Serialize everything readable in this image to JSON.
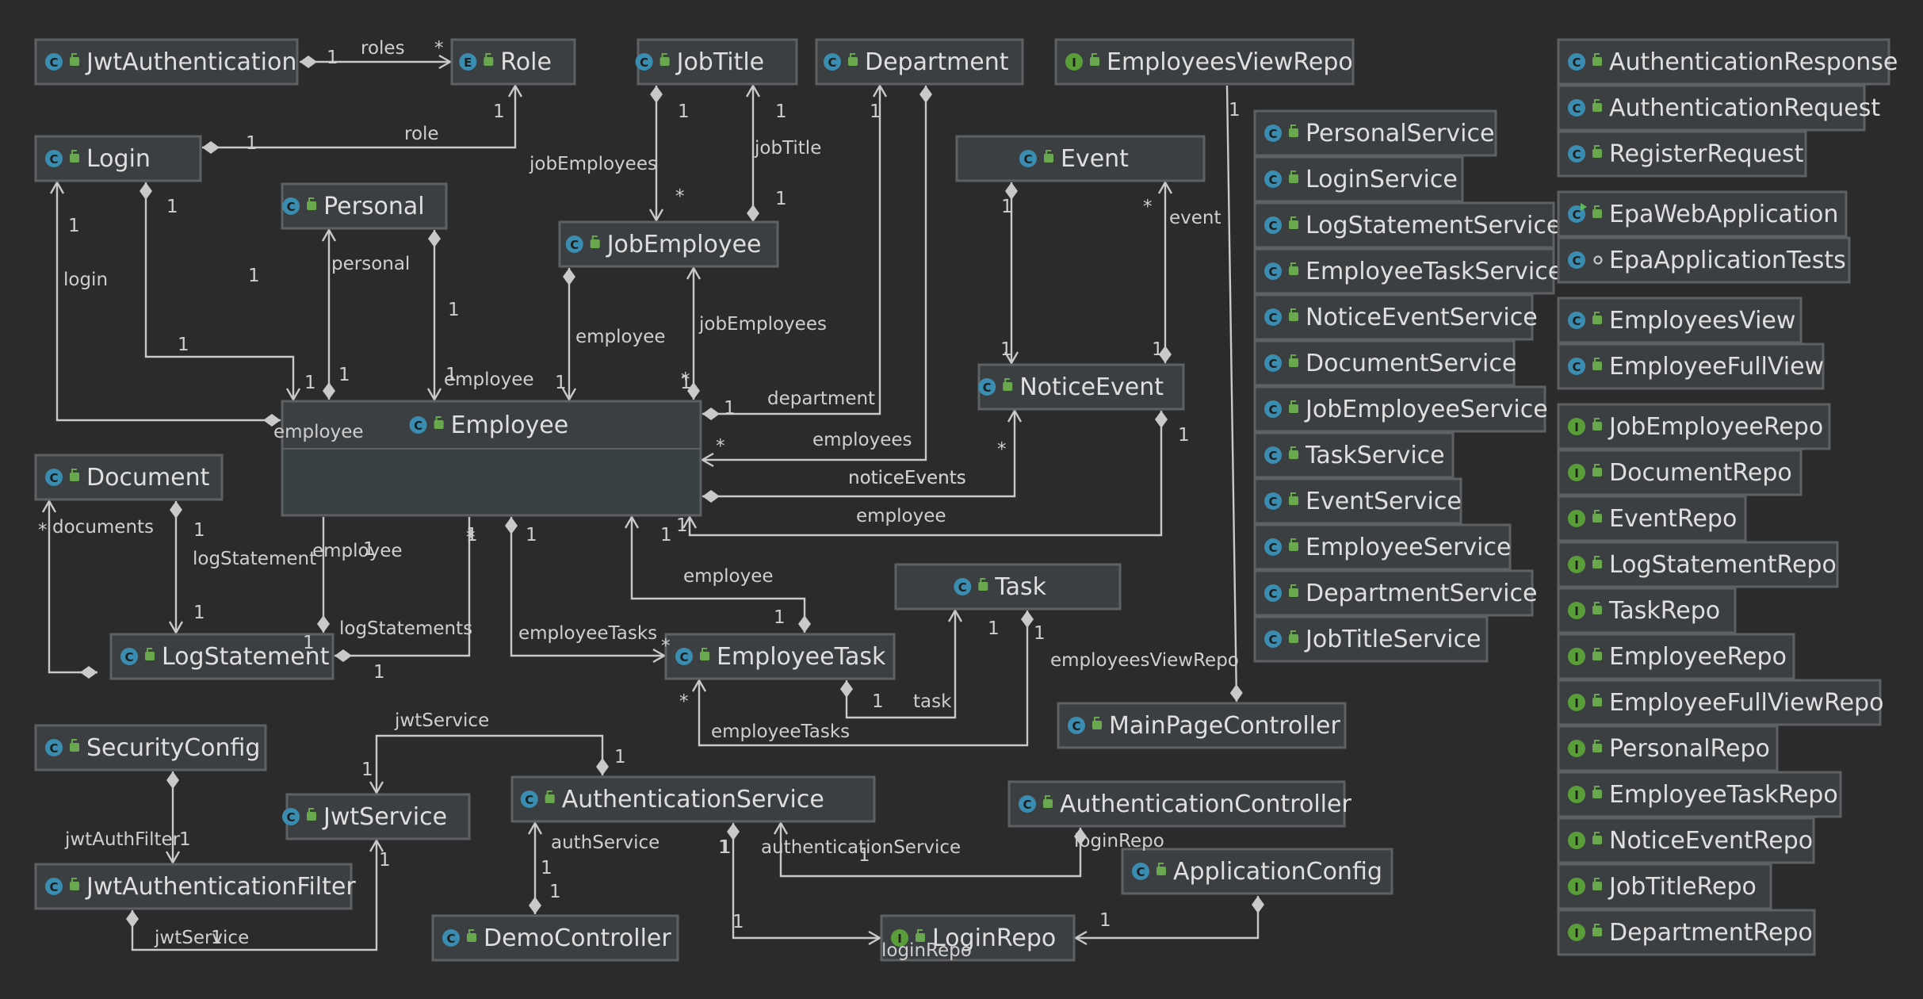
{
  "colors": {
    "background": "#2b2b2b",
    "box_fill": "#3c3f41",
    "box_border": "#5e6163",
    "class_icon": "#3a8cb0",
    "interface_icon": "#5a9e3a",
    "enum_icon": "#3a8cb0",
    "visibility_icon": "#6aa84f",
    "line": "#c9c9c9",
    "text": "#dfdfdf"
  },
  "nodes": [
    {
      "id": "JwtAuthentication",
      "kind": "class",
      "label": "JwtAuthentication"
    },
    {
      "id": "Role",
      "kind": "enum",
      "label": "Role"
    },
    {
      "id": "JobTitle",
      "kind": "class",
      "label": "JobTitle"
    },
    {
      "id": "Department",
      "kind": "class",
      "label": "Department"
    },
    {
      "id": "EmployeesViewRepo",
      "kind": "interface",
      "label": "EmployeesViewRepo"
    },
    {
      "id": "Login",
      "kind": "class",
      "label": "Login"
    },
    {
      "id": "Personal",
      "kind": "class",
      "label": "Personal"
    },
    {
      "id": "JobEmployee",
      "kind": "class",
      "label": "JobEmployee"
    },
    {
      "id": "Event",
      "kind": "class",
      "label": "Event"
    },
    {
      "id": "NoticeEvent",
      "kind": "class",
      "label": "NoticeEvent"
    },
    {
      "id": "Employee",
      "kind": "class",
      "label": "Employee"
    },
    {
      "id": "Document",
      "kind": "class",
      "label": "Document"
    },
    {
      "id": "LogStatement",
      "kind": "class",
      "label": "LogStatement"
    },
    {
      "id": "EmployeeTask",
      "kind": "class",
      "label": "EmployeeTask"
    },
    {
      "id": "Task",
      "kind": "class",
      "label": "Task"
    },
    {
      "id": "MainPageController",
      "kind": "class",
      "label": "MainPageController"
    },
    {
      "id": "SecurityConfig",
      "kind": "class",
      "label": "SecurityConfig"
    },
    {
      "id": "JwtService",
      "kind": "class",
      "label": "JwtService"
    },
    {
      "id": "AuthenticationService",
      "kind": "class",
      "label": "AuthenticationService"
    },
    {
      "id": "AuthenticationController",
      "kind": "class",
      "label": "AuthenticationController"
    },
    {
      "id": "ApplicationConfig",
      "kind": "class",
      "label": "ApplicationConfig"
    },
    {
      "id": "JwtAuthenticationFilter",
      "kind": "class",
      "label": "JwtAuthenticationFilter"
    },
    {
      "id": "DemoController",
      "kind": "class",
      "label": "DemoController"
    },
    {
      "id": "LoginRepo",
      "kind": "interface",
      "label": "LoginRepo"
    },
    {
      "id": "PersonalService",
      "kind": "class",
      "label": "PersonalService"
    },
    {
      "id": "LoginService",
      "kind": "class",
      "label": "LoginService"
    },
    {
      "id": "LogStatementService",
      "kind": "class",
      "label": "LogStatementService"
    },
    {
      "id": "EmployeeTaskService",
      "kind": "class",
      "label": "EmployeeTaskService"
    },
    {
      "id": "NoticeEventService",
      "kind": "class",
      "label": "NoticeEventService"
    },
    {
      "id": "DocumentService",
      "kind": "class",
      "label": "DocumentService"
    },
    {
      "id": "JobEmployeeService",
      "kind": "class",
      "label": "JobEmployeeService"
    },
    {
      "id": "TaskService",
      "kind": "class",
      "label": "TaskService"
    },
    {
      "id": "EventService",
      "kind": "class",
      "label": "EventService"
    },
    {
      "id": "EmployeeService",
      "kind": "class",
      "label": "EmployeeService"
    },
    {
      "id": "DepartmentService",
      "kind": "class",
      "label": "DepartmentService"
    },
    {
      "id": "JobTitleService",
      "kind": "class",
      "label": "JobTitleService"
    },
    {
      "id": "AuthenticationResponse",
      "kind": "class",
      "label": "AuthenticationResponse"
    },
    {
      "id": "AuthenticationRequest",
      "kind": "class",
      "label": "AuthenticationRequest"
    },
    {
      "id": "RegisterRequest",
      "kind": "class",
      "label": "RegisterRequest"
    },
    {
      "id": "EpaWebApplication",
      "kind": "class-main",
      "label": "EpaWebApplication"
    },
    {
      "id": "EpaApplicationTests",
      "kind": "class-test",
      "label": "EpaApplicationTests"
    },
    {
      "id": "EmployeesView",
      "kind": "class",
      "label": "EmployeesView"
    },
    {
      "id": "EmployeeFullView",
      "kind": "class",
      "label": "EmployeeFullView"
    },
    {
      "id": "JobEmployeeRepo",
      "kind": "interface",
      "label": "JobEmployeeRepo"
    },
    {
      "id": "DocumentRepo",
      "kind": "interface",
      "label": "DocumentRepo"
    },
    {
      "id": "EventRepo",
      "kind": "interface",
      "label": "EventRepo"
    },
    {
      "id": "LogStatementRepo",
      "kind": "interface",
      "label": "LogStatementRepo"
    },
    {
      "id": "TaskRepo",
      "kind": "interface",
      "label": "TaskRepo"
    },
    {
      "id": "EmployeeRepo",
      "kind": "interface",
      "label": "EmployeeRepo"
    },
    {
      "id": "EmployeeFullViewRepo",
      "kind": "interface",
      "label": "EmployeeFullViewRepo"
    },
    {
      "id": "PersonalRepo",
      "kind": "interface",
      "label": "PersonalRepo"
    },
    {
      "id": "EmployeeTaskRepo",
      "kind": "interface",
      "label": "EmployeeTaskRepo"
    },
    {
      "id": "NoticeEventRepo",
      "kind": "interface",
      "label": "NoticeEventRepo"
    },
    {
      "id": "JobTitleRepo",
      "kind": "interface",
      "label": "JobTitleRepo"
    },
    {
      "id": "DepartmentRepo",
      "kind": "interface",
      "label": "DepartmentRepo"
    }
  ],
  "edge_labels": [
    "roles",
    "*",
    "1",
    "role",
    "1",
    "1",
    "jobEmployees",
    "1",
    "*",
    "jobTitle",
    "1",
    "1",
    "1",
    "1",
    "login",
    "1",
    "employee",
    "1",
    "1",
    "personal",
    "1",
    "1",
    "employee",
    "1",
    "employee",
    "1",
    "1",
    "jobEmployees",
    "*",
    "1",
    "department",
    "1",
    "*",
    "employees",
    "noticeEvents",
    "1",
    "*",
    "event",
    "1",
    "1",
    "*",
    "noticeEvents",
    "1",
    "employee",
    "1",
    "1",
    "*",
    "documents",
    "1",
    "logStatement",
    "1",
    "1",
    "employee",
    "1",
    "*",
    "logStatements",
    "1",
    "1",
    "1",
    "employee",
    "1",
    "employeeTasks",
    "*",
    "1",
    "1",
    "task",
    "*",
    "employeeTasks",
    "1",
    "employeesViewRepo",
    "1",
    "jwtService",
    "1",
    "1",
    "jwtAuthFilter",
    "1",
    "1",
    "jwtService",
    "1",
    "authService",
    "1",
    "1",
    "1",
    "authenticationService",
    "1",
    "loginRepo",
    "1",
    "1",
    "loginRepo",
    "1"
  ]
}
